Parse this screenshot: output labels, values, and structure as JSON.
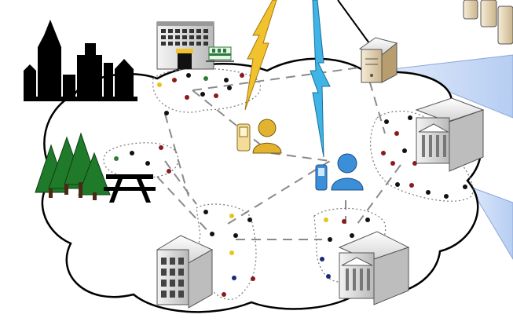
{
  "scene": {
    "description_labels": [],
    "network_nodes": [
      {
        "id": "city-skyline",
        "kind": "city"
      },
      {
        "id": "forest-picnic",
        "kind": "park"
      },
      {
        "id": "office-building",
        "kind": "building"
      },
      {
        "id": "train",
        "kind": "vehicle"
      },
      {
        "id": "mobile-user-pda",
        "kind": "user"
      },
      {
        "id": "mobile-user-phone",
        "kind": "user"
      },
      {
        "id": "server",
        "kind": "server"
      },
      {
        "id": "museum-building-right",
        "kind": "building"
      },
      {
        "id": "apartment-building",
        "kind": "building"
      },
      {
        "id": "museum-building-bottom",
        "kind": "building"
      },
      {
        "id": "database-cluster",
        "kind": "storage"
      }
    ],
    "colors": {
      "lightning_yellow": "#f2c12e",
      "lightning_blue": "#3fb4e6",
      "beam_blue": "#c7d8f5",
      "tree_green": "#1f7a2a",
      "user_blue": "#3b8ed8",
      "user_gold": "#e2b330",
      "dot_red": "#8b1a1a",
      "dot_black": "#111111",
      "dot_green": "#2e7d32",
      "dot_yellow": "#e7c41b",
      "dot_navy": "#1b2a7a"
    }
  }
}
